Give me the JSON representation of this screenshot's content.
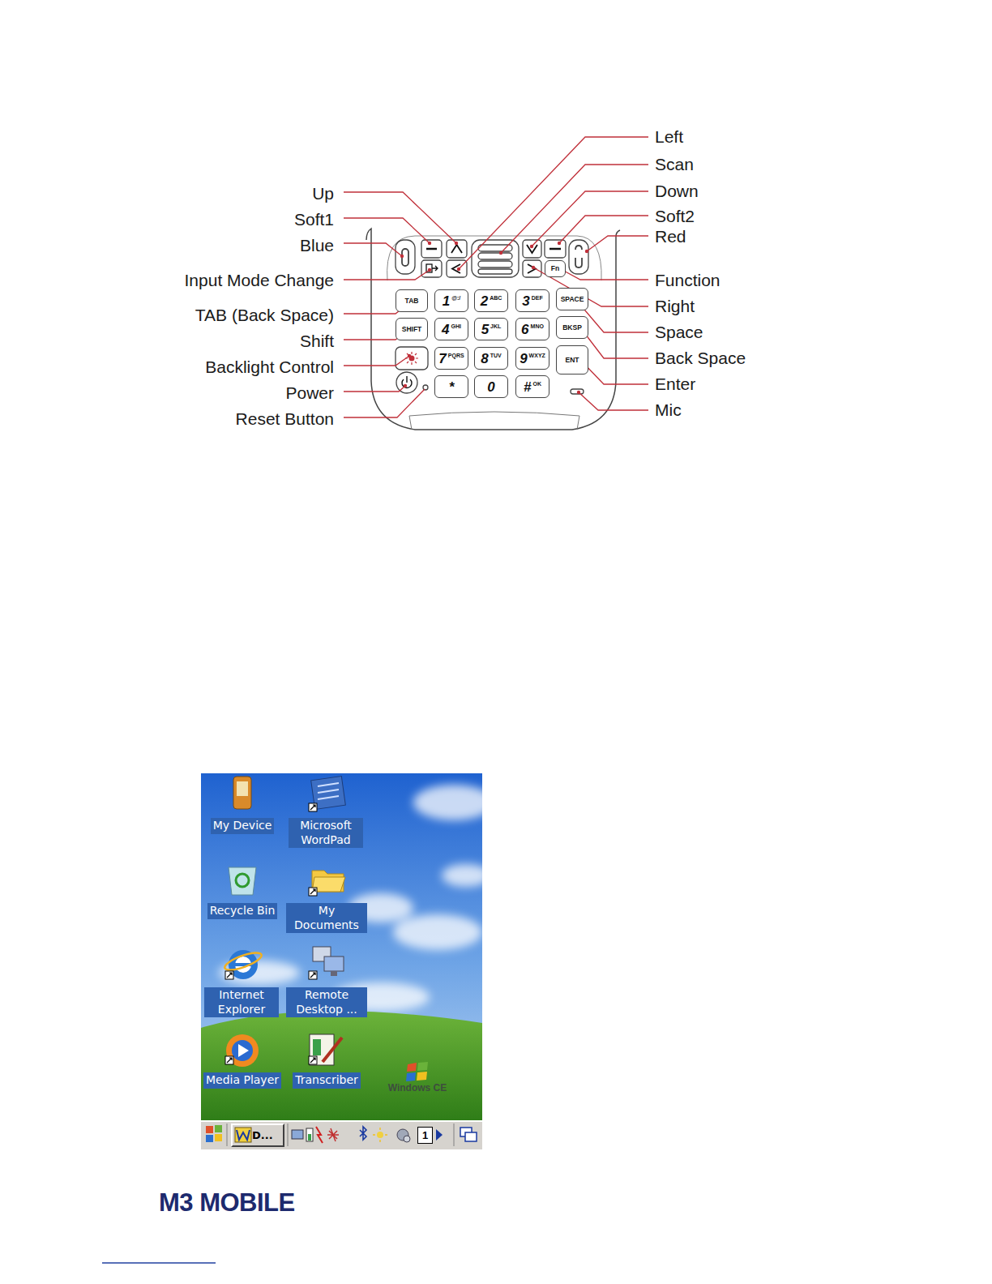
{
  "diagram": {
    "nodes": [
      {
        "text": [
          "Fn"
        ]
      },
      {
        "text": [
          "TAB"
        ]
      },
      {
        "text": [
          "1",
          "@:/"
        ]
      },
      {
        "text": [
          "2",
          "ABC"
        ]
      },
      {
        "text": [
          "3",
          "DEF"
        ]
      },
      {
        "text": [
          "SPACE"
        ]
      },
      {
        "text": [
          "SHIFT"
        ]
      },
      {
        "text": [
          "4",
          "GHI"
        ]
      },
      {
        "text": [
          "5",
          "JKL"
        ]
      },
      {
        "text": [
          "6",
          "MNO"
        ]
      },
      {
        "text": [
          "BKSP"
        ]
      },
      {
        "text": [
          "7",
          "PQRS"
        ]
      },
      {
        "text": [
          "8",
          "TUV"
        ]
      },
      {
        "text": [
          "9",
          "WXYZ"
        ]
      },
      {
        "text": [
          "ENT"
        ]
      },
      {
        "text": [
          "*"
        ]
      },
      {
        "text": [
          "0"
        ]
      },
      {
        "text": [
          "#",
          "OK"
        ]
      },
      {
        "text": [
          "My Device"
        ]
      },
      {
        "text": [
          "Microsoft WordPad"
        ]
      },
      {
        "text": [
          "Recycle Bin"
        ]
      },
      {
        "text": [
          "My Documents"
        ]
      },
      {
        "text": [
          "Internet Explorer"
        ]
      },
      {
        "text": [
          "Remote Desktop ..."
        ]
      },
      {
        "text": [
          "Media Player"
        ]
      },
      {
        "text": [
          "Transcriber"
        ]
      },
      {
        "text": [
          "D..."
        ]
      },
      {
        "text": [
          "1"
        ]
      }
    ],
    "labels": [
      "Left",
      "Scan",
      "Up",
      "Down",
      "Soft1",
      "Soft2",
      "Blue",
      "Red",
      "Input Mode Change",
      "Function",
      "TAB (Back Space)",
      "Right",
      "Shift",
      "Space",
      "Backlight Control",
      "Back Space",
      "Power",
      "Enter",
      "Reset Button",
      "Mic",
      "Windows CE",
      "M3 MOBILE"
    ]
  }
}
